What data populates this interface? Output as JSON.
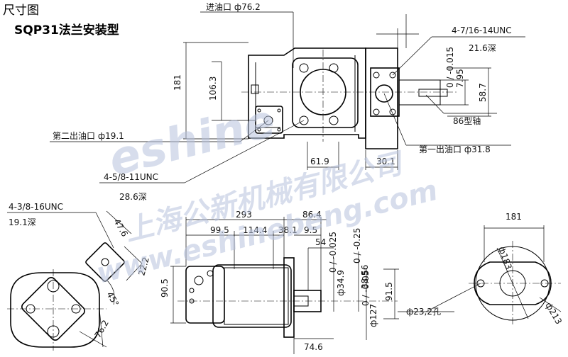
{
  "title": "尺寸图",
  "subtitle": "SQP31法兰安装型",
  "labels": {
    "inlet_port": "进油口 ф76.2",
    "unc_top_right": "4-7/16-14UNC",
    "depth_21_6": "21.6深",
    "dim_181_side": "181",
    "dim_106_3": "106.3",
    "shaft_key": "7.95",
    "shaft_key_tol": "0 / -0.015",
    "dim_58_7": "58.7",
    "shaft_86": "86型轴",
    "second_outlet": "第二出油口 ф19.1",
    "first_outlet": "第一出油口 ф31.8",
    "dim_61_9": "61.9",
    "dim_30_1": "30.1",
    "unc_5_8": "4-5/8-11UNC",
    "depth_28_6": "28.6深",
    "unc_3_8": "4-3/8-16UNC",
    "depth_19_1": "19.1深",
    "dim_47_6": "47.6",
    "dim_22_2": "22.2",
    "dim_45": "45°",
    "dim_76_2": "76.2",
    "dim_293": "293",
    "dim_86_4": "86.4",
    "dim_99_5": "99.5",
    "dim_114_4": "114.4",
    "dim_38_1": "38.1",
    "dim_9_5": "9.5",
    "dim_54": "54",
    "dim_90_5": "90.5",
    "dim_34_9": "ф34.9",
    "tol_34_9": "0 / -0.025",
    "dim_38_56": "38.56",
    "tol_38_56": "0 / -0.25",
    "dim_91_5": "91.5",
    "dim_127": "ф127",
    "tol_127": "0 / -0.05",
    "holes": "ф23,2孔",
    "dim_74_6": "74.6",
    "dim_181_end": "181",
    "dim_183": "ф183",
    "dim_213": "ф213"
  },
  "watermark": {
    "brand": "eshine",
    "company": "上海公新机械有限公司",
    "url": "www.eshinebeng.com"
  }
}
